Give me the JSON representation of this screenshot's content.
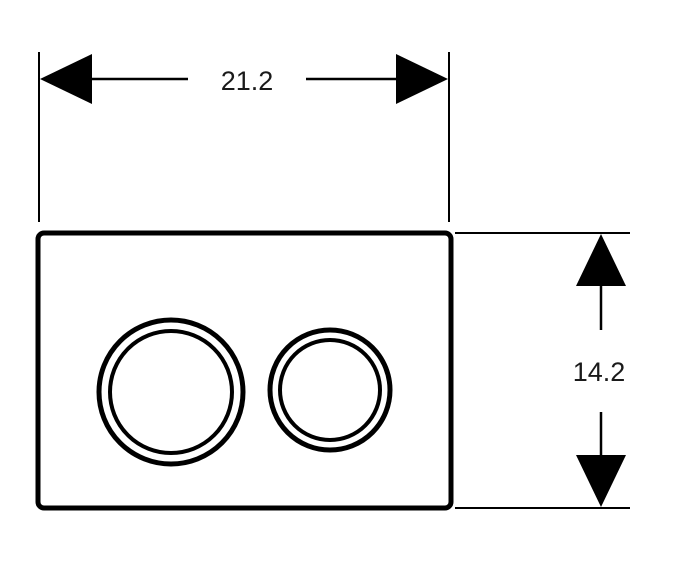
{
  "dimensions": {
    "width_label": "21.2",
    "height_label": "14.2"
  },
  "colors": {
    "line": "#000000",
    "background": "#ffffff"
  },
  "buttons": {
    "count": 2
  }
}
